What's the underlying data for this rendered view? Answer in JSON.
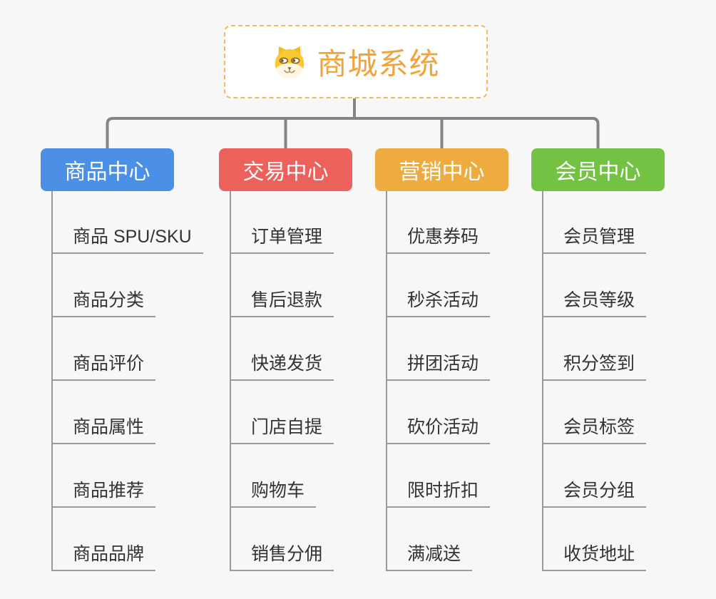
{
  "app": {
    "background": "#f7f7f7"
  },
  "root": {
    "title": "商城系统",
    "icon": "shiba-dog-icon",
    "text_color": "#f1a43e",
    "border_color": "#f2b95f"
  },
  "connectors": {
    "color": "#848484",
    "sub_color": "#9a9a9a"
  },
  "branches": [
    {
      "label": "商品中心",
      "color": "#4b90e6",
      "children": [
        "商品 SPU/SKU",
        "商品分类",
        "商品评价",
        "商品属性",
        "商品推荐",
        "商品品牌"
      ]
    },
    {
      "label": "交易中心",
      "color": "#ec615c",
      "children": [
        "订单管理",
        "售后退款",
        "快递发货",
        "门店自提",
        "购物车",
        "销售分佣"
      ]
    },
    {
      "label": "营销中心",
      "color": "#eeac40",
      "children": [
        "优惠券码",
        "秒杀活动",
        "拼团活动",
        "砍价活动",
        "限时折扣",
        "满减送"
      ]
    },
    {
      "label": "会员中心",
      "color": "#74c244",
      "children": [
        "会员管理",
        "会员等级",
        "积分签到",
        "会员标签",
        "会员分组",
        "收货地址"
      ]
    }
  ]
}
